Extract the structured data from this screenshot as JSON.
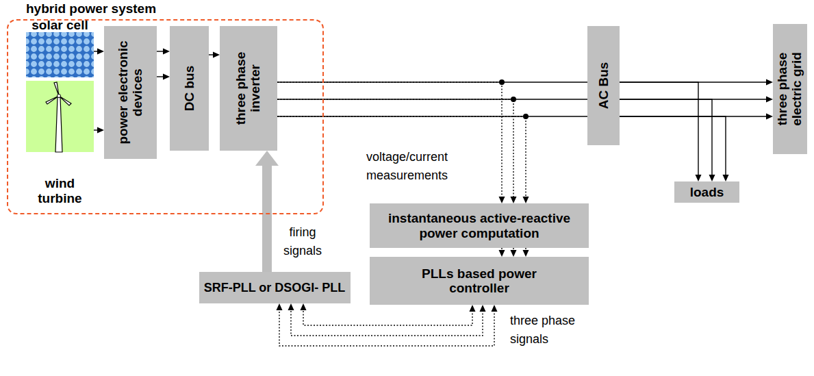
{
  "diagram": {
    "nodes": [
      {
        "text": [
          "hybrid power system"
        ]
      },
      {
        "text": [
          "solar cell"
        ],
        "in": 0
      },
      {
        "text": [
          "wind turbine"
        ],
        "in": 0
      },
      {
        "text": [
          "power electronic devices"
        ],
        "in": 0
      },
      {
        "text": [
          "DC bus"
        ],
        "in": 0
      },
      {
        "text": [
          "three phase inverter"
        ],
        "in": 0
      },
      {
        "text": [
          "AC Bus"
        ]
      },
      {
        "text": [
          "three phase electric grid"
        ]
      },
      {
        "text": [
          "loads"
        ]
      },
      {
        "text": [
          "instantaneous active-reactive power computation"
        ]
      },
      {
        "text": [
          "PLLs based power controller"
        ]
      },
      {
        "text": [
          "SRF-PLL or DSOGI- PLL"
        ]
      }
    ],
    "edges": [
      {
        "from": 1,
        "to": 3,
        "arrow": "to"
      },
      {
        "from": 2,
        "to": 3,
        "arrow": "to"
      },
      {
        "from": 3,
        "to": 4,
        "arrow": "to"
      },
      {
        "from": 3,
        "to": 4,
        "arrow": "to"
      },
      {
        "from": 4,
        "to": 5,
        "arrow": "to"
      },
      {
        "from": 5,
        "to": 6,
        "arrow": "none"
      },
      {
        "from": 5,
        "to": 6,
        "arrow": "none"
      },
      {
        "from": 5,
        "to": 6,
        "arrow": "none"
      },
      {
        "from": 6,
        "to": 7,
        "arrow": "to"
      },
      {
        "from": 6,
        "to": 7,
        "arrow": "to"
      },
      {
        "from": 6,
        "to": 7,
        "arrow": "to"
      },
      {
        "from": 6,
        "to": 8,
        "arrow": "to"
      },
      {
        "from": 6,
        "to": 8,
        "arrow": "to"
      },
      {
        "from": 6,
        "to": 8,
        "arrow": "to"
      },
      {
        "from": 5,
        "to": 9,
        "arrow": "to"
      },
      {
        "from": 5,
        "to": 9,
        "arrow": "to"
      },
      {
        "from": 5,
        "to": 9,
        "arrow": "to"
      },
      {
        "from": 9,
        "to": 10,
        "arrow": "to"
      },
      {
        "from": 9,
        "to": 10,
        "arrow": "to"
      },
      {
        "from": 9,
        "to": 10,
        "arrow": "to"
      },
      {
        "from": 10,
        "to": 11,
        "arrow": "both"
      },
      {
        "from": 10,
        "to": 11,
        "arrow": "both"
      },
      {
        "from": 10,
        "to": 11,
        "arrow": "both"
      },
      {
        "from": 11,
        "to": 5,
        "arrow": "to"
      }
    ],
    "labels": [
      "voltage/current measurements",
      "firing signals",
      "three phase signals"
    ]
  }
}
